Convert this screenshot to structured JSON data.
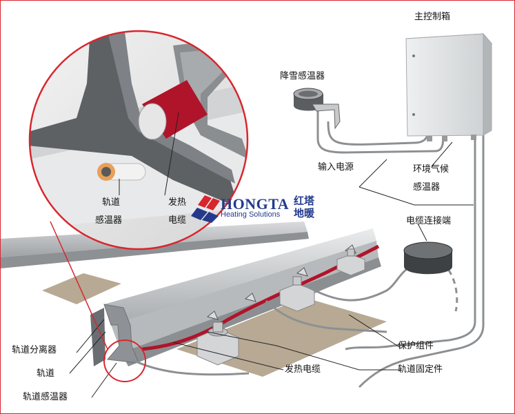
{
  "labels": {
    "main_control_box": "主控制箱",
    "snow_sensor": "降雪感温器",
    "power_input": "输入电源",
    "climate_sensor_line1": "环境气候",
    "climate_sensor_line2": "感温器",
    "cable_connector": "电缆连接端",
    "rail_sensor_inset_line1": "轨道",
    "rail_sensor_inset_line2": "感温器",
    "heating_cable_inset_line1": "发热",
    "heating_cable_inset_line2": "电缆",
    "rail_separator": "轨道分离器",
    "rail": "轨道",
    "rail_sensor": "轨道感温器",
    "protection_component": "保护组件",
    "rail_fastener": "轨道固定件",
    "heating_cable": "发热电缆"
  },
  "logo": {
    "name_en": "HONGTA",
    "tagline_en": "Heating Solutions",
    "name_cn": "红塔地暖"
  },
  "colors": {
    "frame_red": "#d8262e",
    "cable_red": "#b0142a",
    "rail_gray": "#c9cbcd",
    "sleeper_tan": "#b7a993",
    "logo_blue": "#233a8c"
  }
}
